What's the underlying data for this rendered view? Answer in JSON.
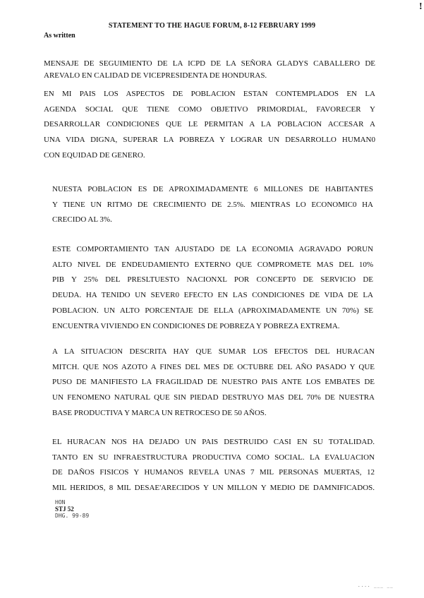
{
  "header": {
    "title": "STATEMENT TO THE HAGUE FORUM, 8-12 FEBRUARY 1999",
    "subtitle": "As written",
    "corner_mark": "!"
  },
  "paragraphs": [
    {
      "lines": [
        "MENSAJE DE SEGUIMIENTO DE LA ICPD DE LA SEÑORA GLADYS CABALLERO DE",
        "AREVALO EN CALIDAD DE VICEPRESIDENTA DE HONDURAS."
      ]
    },
    {
      "lines": [
        "EN MI PAIS LOS ASPECTOS DE POBLACION ESTAN CONTEMPLADOS EN LA",
        "AGENDA SOCIAL QUE TIENE COMO OBJETIVO PRIMORDIAL, FAVORECER Y",
        "DESARROLLAR CONDICIONES QUE LE PERMITAN A LA POBLACION ACCESAR A",
        "UNA VIDA DIGNA, SUPERAR LA POBREZA Y LOGRAR UN DESARROLLO HUMAN0",
        "CON EQUIDAD DE GENERO."
      ]
    },
    {
      "lines": [
        "NUESTA POBLACION ES DE APROXIMADAMENTE 6 MILLONES DE HABITANTES",
        "Y TIENE UN RITMO DE CRECIMIENTO DE 2.5%. MIENTRAS LO ECONOMIC0 HA",
        "CRECIDO AL 3%."
      ]
    },
    {
      "lines": [
        "ESTE COMPORTAMIENTO TAN AJUSTADO DE LA ECONOMIA AGRAVADO PORUN",
        "ALTO NIVEL DE ENDEUDAMIENTO EXTERNO QUE COMPROMETE MAS DEL 10%",
        "PIB Y 25% DEL PRESLTUESTO NACIONXL POR CONCEPT0 DE SERVICIO DE",
        "DEUDA. HA TENIDO UN SEVER0 EFECTO EN LAS CONDICIONES DE VIDA DE LA",
        "POBLACION. UN ALTO PORCENTAJE DE ELLA (APROXIMADAMENTE UN 70%) SE",
        "ENCUENTRA VIVIENDO EN CONDICIONES DE POBREZA Y POBREZA EXTREMA."
      ]
    },
    {
      "lines": [
        "A LA SITUACION DESCRITA HAY QUE SUMAR LOS EFECTOS DEL HURACAN",
        "MITCH. QUE NOS AZOTO A FINES DEL MES DE OCTUBRE DEL AÑO PASADO Y QUE",
        "PUSO DE MANIFIESTO LA FRAGILIDAD DE NUESTRO PAIS ANTE LOS EMBATES DE",
        "UN FENOMENO NATURAL QUE SIN PIEDAD DESTRUYO MAS DEL 70% DE NUESTRA",
        "BASE PRODUCTIVA Y MARCA UN RETROCESO DE 50 AÑOS."
      ]
    },
    {
      "lines": [
        "EL HURACAN NOS HA DEJADO UN PAIS DESTRUIDO CASI EN SU TOTALIDAD.",
        "TANTO EN SU INFRAESTRUCTURA PRODUCTIVA COMO SOCIAL. LA EVALUACION",
        "DE DAÑOS FISICOS Y HUMANOS REVELA UNAS 7 MIL PERSONAS MUERTAS, 12",
        "MIL HERIDOS, 8 MIL DESAE'ARECIDOS Y UN MILLON Y MEDIO DE DAMNIFICADOS."
      ]
    }
  ],
  "footer": {
    "line1": "HON",
    "line2": "STJ 52",
    "line3": "DHG. 99-89",
    "stamp": "....  ___ __"
  }
}
